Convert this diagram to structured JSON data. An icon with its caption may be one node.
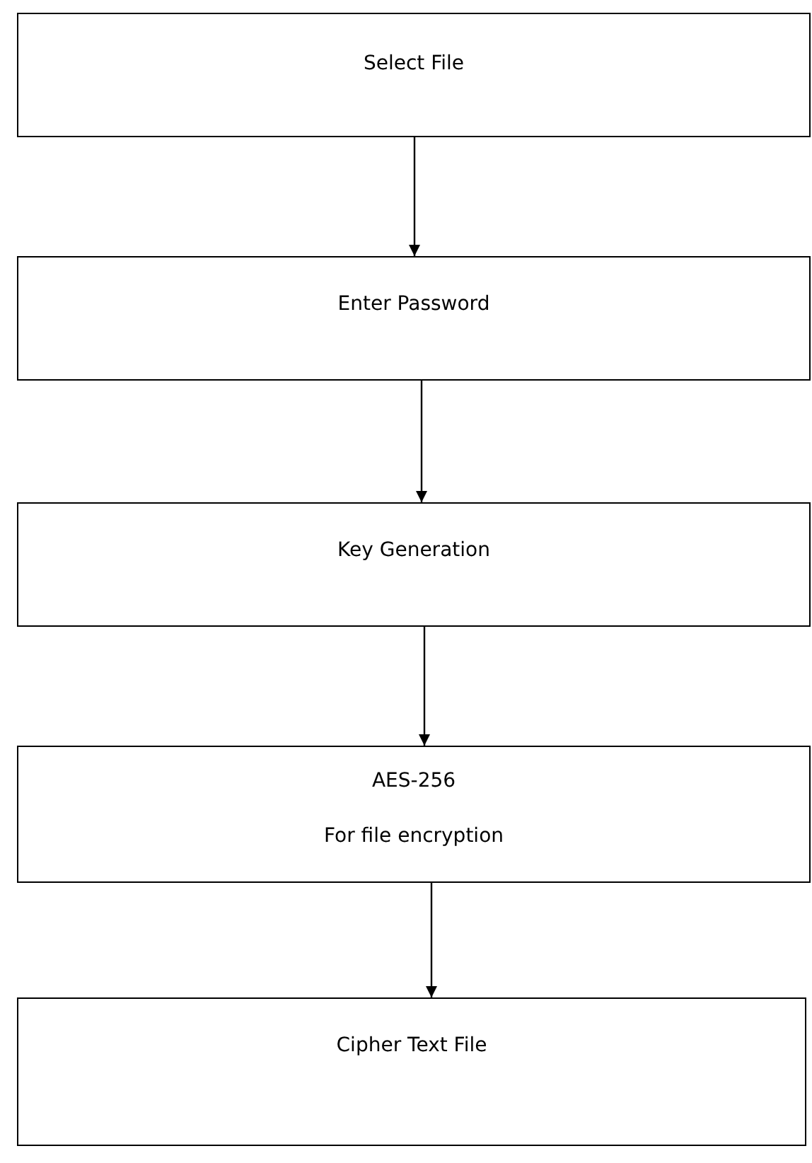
{
  "diagram": {
    "nodes": [
      {
        "text": [
          "Select File"
        ]
      },
      {
        "text": [
          "Enter Password"
        ]
      },
      {
        "text": [
          "Key Generation"
        ]
      },
      {
        "text": [
          "AES-256",
          "For file encryption"
        ]
      },
      {
        "text": [
          "Cipher Text File"
        ]
      }
    ],
    "edges": [
      {
        "from": 0,
        "to": 1,
        "arrow": "to"
      },
      {
        "from": 1,
        "to": 2,
        "arrow": "to"
      },
      {
        "from": 2,
        "to": 3,
        "arrow": "to"
      },
      {
        "from": 3,
        "to": 4,
        "arrow": "to"
      }
    ]
  }
}
